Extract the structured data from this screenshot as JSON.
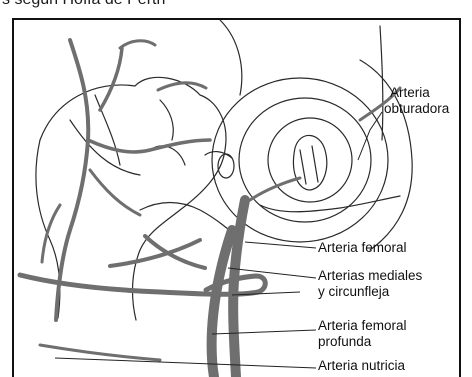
{
  "caption_partial": "s segun Hoffa  de Perth",
  "labels": {
    "obturadora_line1": "Arteria",
    "obturadora_line2": "obturadora",
    "femoral": "Arteria femoral",
    "mediales_line1": "Arterias mediales",
    "mediales_line2": "y circunfleja",
    "profunda_line1": "Arteria femoral",
    "profunda_line2": "profunda",
    "nutricia": "Arteria nutricia"
  },
  "colors": {
    "artery": "#6f6f6f",
    "outline": "#2a2a2a",
    "text": "#111111"
  }
}
